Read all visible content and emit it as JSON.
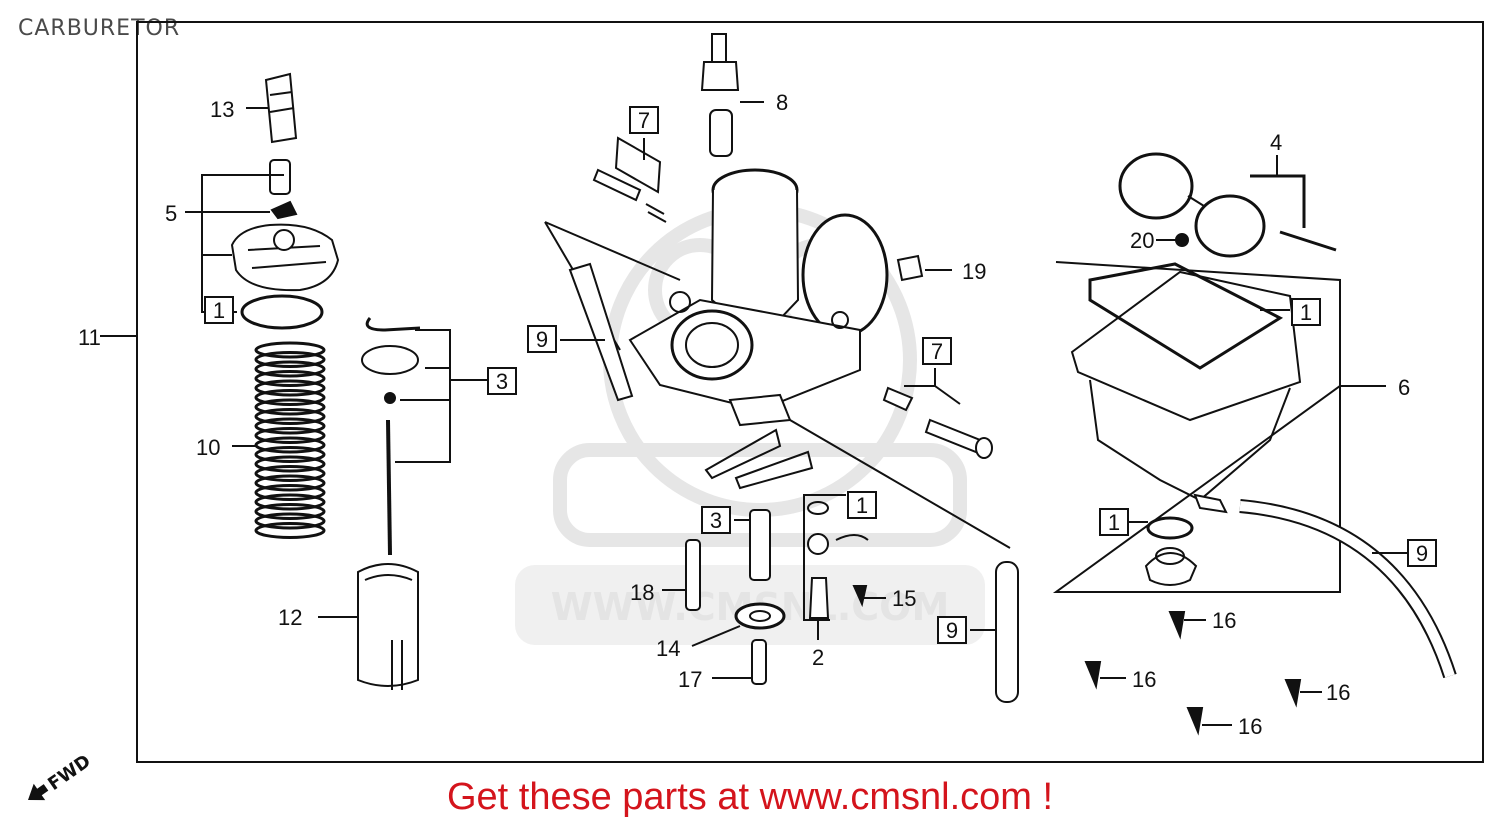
{
  "title": "CARBURETOR",
  "footer": "Get these parts at www.cmsnl.com !",
  "watermark": "WWW.CMSNL.COM",
  "direction_label": "FWD",
  "colors": {
    "footer": "#d4141c",
    "line": "#111111",
    "watermark": "#e4e4e4"
  },
  "callouts": {
    "p1a": "1",
    "p1b": "1",
    "p1c": "1",
    "p1d": "1",
    "p2": "2",
    "p3a": "3",
    "p3b": "3",
    "p4": "4",
    "p5": "5",
    "p6": "6",
    "p7a": "7",
    "p7b": "7",
    "p8": "8",
    "p9a": "9",
    "p9b": "9",
    "p9c": "9",
    "p10": "10",
    "p11": "11",
    "p12": "12",
    "p13": "13",
    "p14": "14",
    "p15": "15",
    "p16a": "16",
    "p16b": "16",
    "p16c": "16",
    "p16d": "16",
    "p17": "17",
    "p18": "18",
    "p19": "19",
    "p20": "20"
  }
}
